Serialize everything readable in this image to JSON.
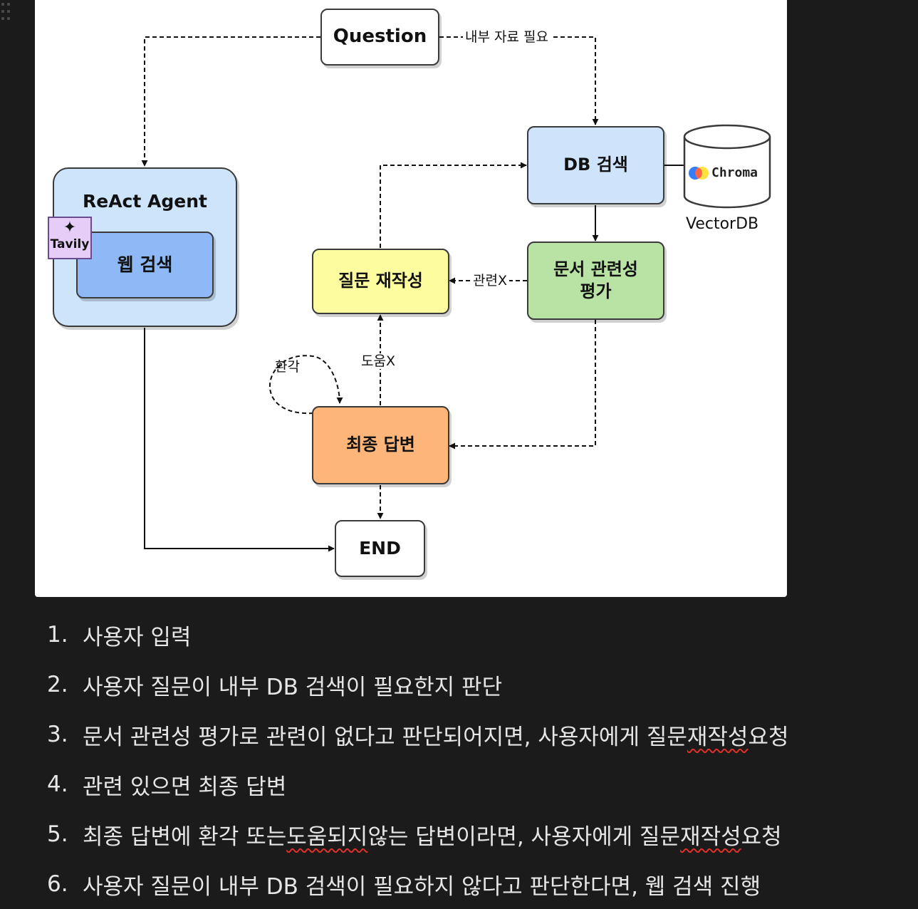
{
  "diagram": {
    "nodes": {
      "question": "Question",
      "react_agent": "ReAct Agent",
      "web_search": "웹 검색",
      "tavily_logo": "Tavily",
      "db_search": "DB 검색",
      "chroma_logo": "Chroma",
      "vectordb": "VectorDB",
      "doc_relevance": "문서 관련성 평가",
      "rewrite": "질문 재작성",
      "final": "최종 답변",
      "end": "END"
    },
    "edge_labels": {
      "needs_internal": "내부 자료 필요",
      "not_relevant": "관련X",
      "not_helpful": "도움X",
      "hallucination": "환각"
    }
  },
  "steps": [
    {
      "num": "1.",
      "parts": [
        {
          "text": "사용자 입력"
        }
      ]
    },
    {
      "num": "2.",
      "parts": [
        {
          "text": "사용자 질문이 내부 DB 검색이 필요한지 판단"
        }
      ]
    },
    {
      "num": "3.",
      "parts": [
        {
          "text": "문서 관련성 평가로 관련이 없다고 판단되어지면, 사용자에게 질문 "
        },
        {
          "text": "재작성"
        },
        {
          "text": " 요청"
        }
      ]
    },
    {
      "num": "4.",
      "parts": [
        {
          "text": "관련 있으면 최종 답변"
        }
      ]
    },
    {
      "num": "5.",
      "parts": [
        {
          "text": "최종 답변에 환각 또는 "
        },
        {
          "text": "도움되지"
        },
        {
          "text": " 않는 답변이라면, 사용자에게 질문 "
        },
        {
          "text": "재작성"
        },
        {
          "text": " 요청"
        }
      ]
    },
    {
      "num": "6.",
      "parts": [
        {
          "text": "사용자 질문이 내부 DB 검색이 필요하지 않다고 판단한다면, 웹 검색 진행"
        }
      ]
    }
  ],
  "colors": {
    "react_agent": "#cde4fb",
    "web_search": "#8fb9f6",
    "db_search": "#cfe4fb",
    "doc_relevance": "#b9e3a4",
    "rewrite": "#fdfda0",
    "final": "#fdb57a",
    "tavily": "#e5cdf7",
    "spellcheck": "#e0302a"
  }
}
